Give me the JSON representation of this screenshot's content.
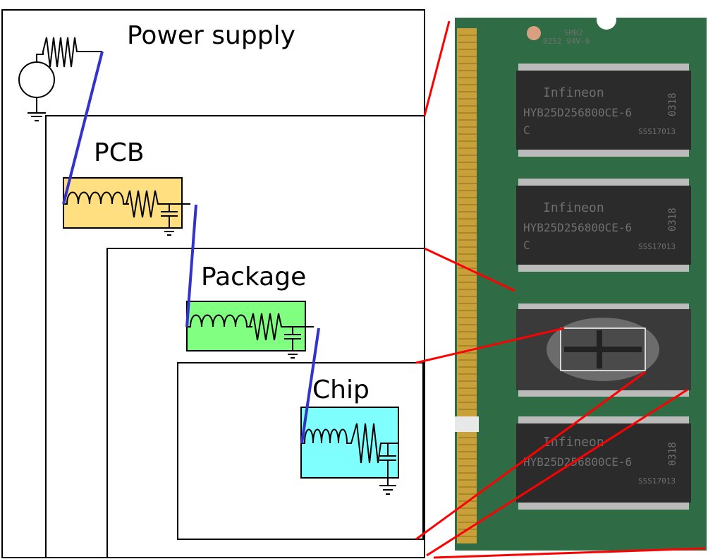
{
  "diagram": {
    "levels": [
      {
        "id": "power-supply",
        "label": "Power supply"
      },
      {
        "id": "pcb",
        "label": "PCB",
        "color": "#FFDF80"
      },
      {
        "id": "package",
        "label": "Package",
        "color": "#80FF80"
      },
      {
        "id": "chip",
        "label": "Chip",
        "color": "#80FFFF"
      }
    ],
    "connector_color": "#3333CC",
    "callout_color": "#FF0000"
  },
  "photo": {
    "board_marking_1": "SMB2",
    "board_marking_2": "0252 94V-0",
    "chip_brand": "Infineon",
    "chip_part": "HYB25D256800CE-6",
    "chip_line3": "C",
    "chip_lot": "SSS17013",
    "chip_date": "0318"
  }
}
